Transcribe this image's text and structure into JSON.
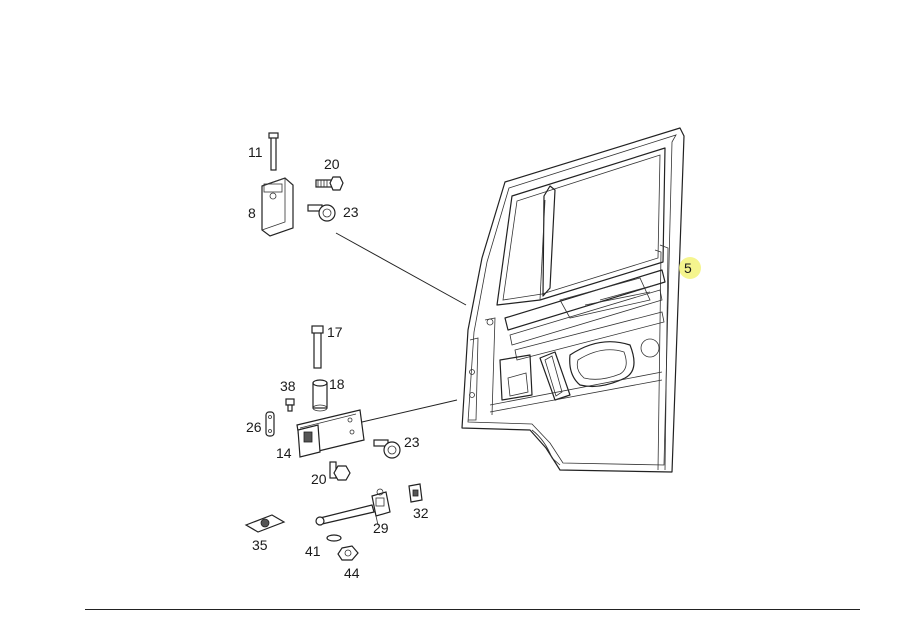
{
  "diagram": {
    "callouts": {
      "c5": "5",
      "c8": "8",
      "c11": "11",
      "c14": "14",
      "c17": "17",
      "c18": "18",
      "c20a": "20",
      "c20b": "20",
      "c23a": "23",
      "c23b": "23",
      "c26": "26",
      "c29": "29",
      "c32": "32",
      "c35": "35",
      "c38": "38",
      "c41": "41",
      "c44": "44"
    },
    "highlight_color": "#f3f37a"
  }
}
